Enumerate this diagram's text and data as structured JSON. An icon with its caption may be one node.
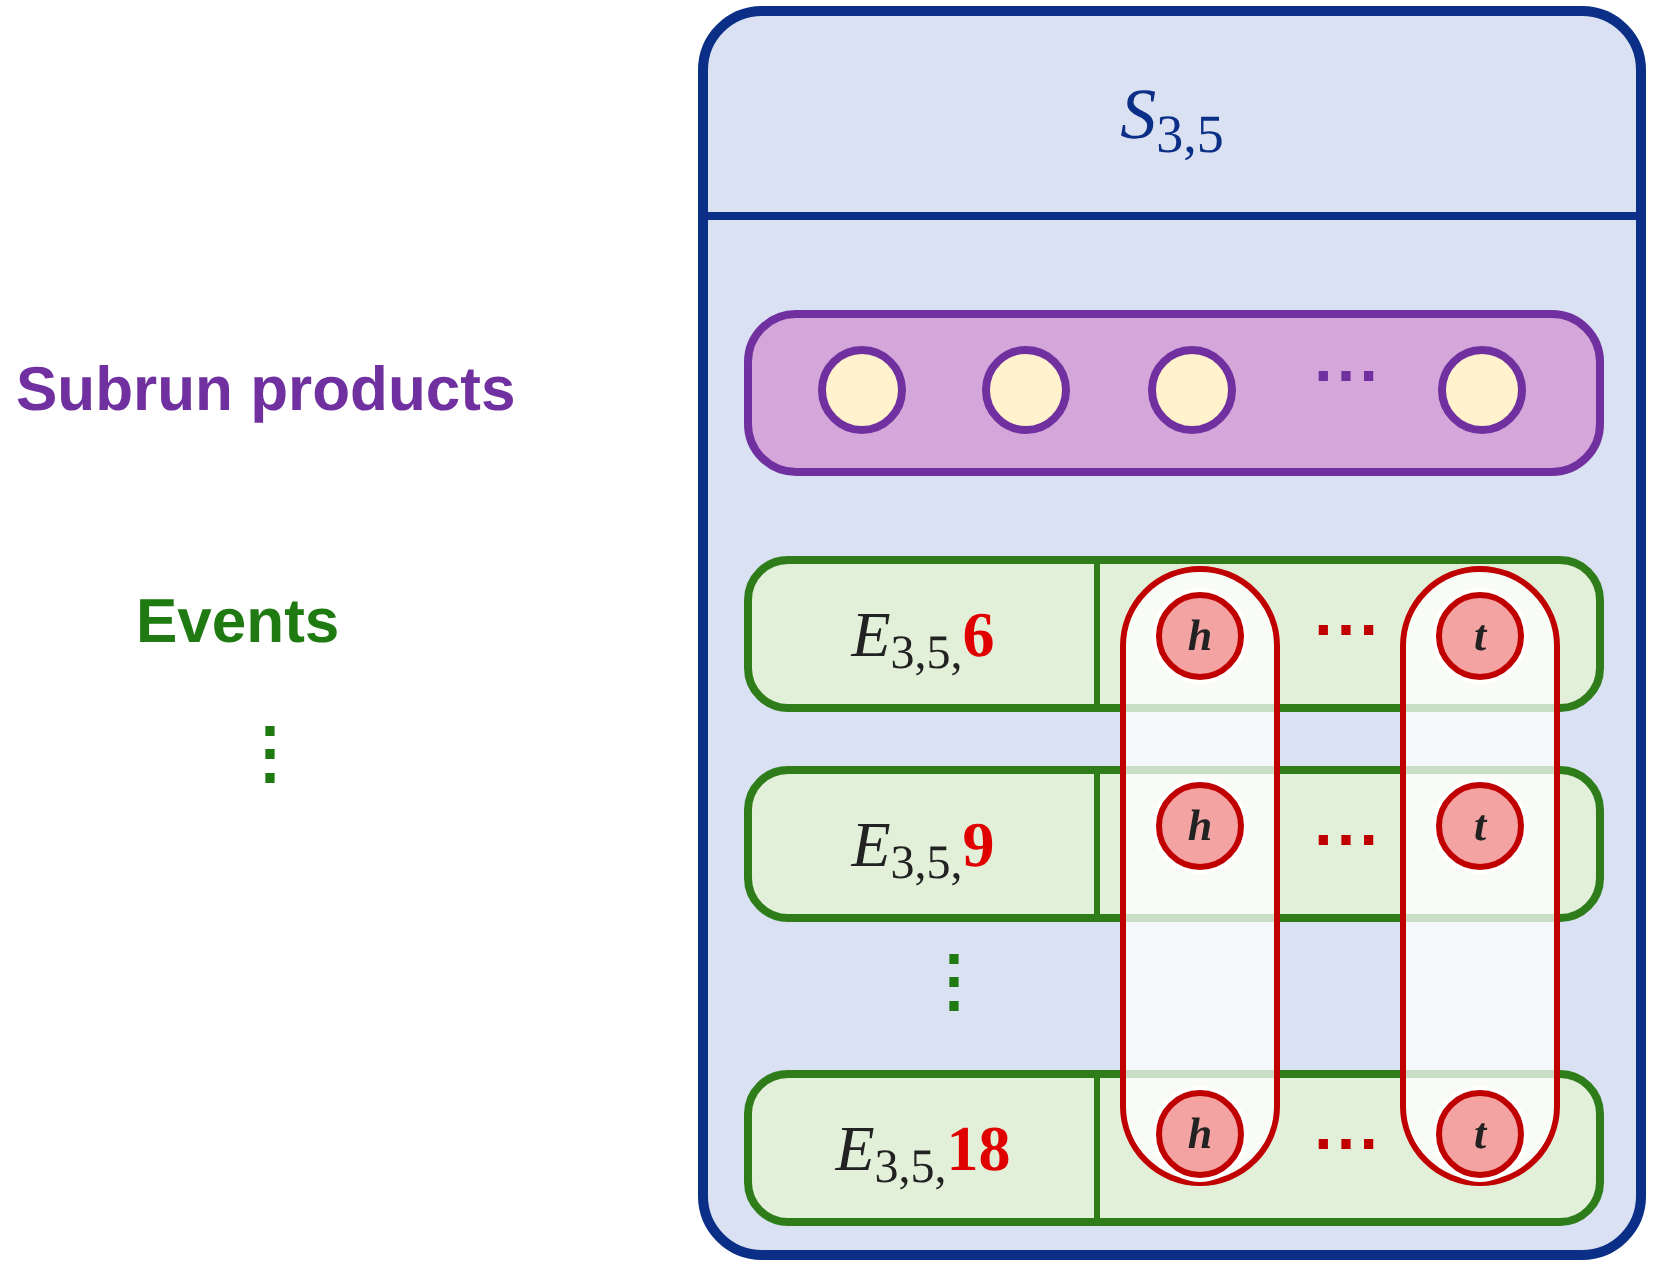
{
  "diagram": {
    "nodes": [
      {
        "text": [
          "*S*$_{3,5}$"
        ]
      },
      {
        "text": [
          "⋯"
        ],
        "in": 0
      },
      {
        "text": [],
        "shape": "circle",
        "in": 1
      },
      {
        "text": [],
        "shape": "circle",
        "in": 1
      },
      {
        "text": [],
        "shape": "circle",
        "in": 1
      },
      {
        "text": [],
        "shape": "circle",
        "in": 1
      },
      {
        "text": [
          "*E*$_{3,5,}$**6**",
          "⋯"
        ],
        "in": 0
      },
      {
        "text": [
          "*E*$_{3,5,}$**9**",
          "⋯"
        ],
        "in": 0
      },
      {
        "text": [
          "*E*$_{3,5,}$**18**",
          "⋯"
        ],
        "in": 0
      },
      {
        "text": [],
        "shape": "capsule",
        "in": 0
      },
      {
        "text": [],
        "shape": "capsule",
        "in": 0
      },
      {
        "text": [
          "h"
        ]
      },
      {
        "text": [
          "h"
        ]
      },
      {
        "text": [
          "h"
        ]
      },
      {
        "text": [
          "t"
        ]
      },
      {
        "text": [
          "t"
        ]
      },
      {
        "text": [
          "t"
        ]
      }
    ],
    "edges": [],
    "labels": [
      "Subrun products",
      "Events",
      "⋮",
      "⋮"
    ]
  }
}
